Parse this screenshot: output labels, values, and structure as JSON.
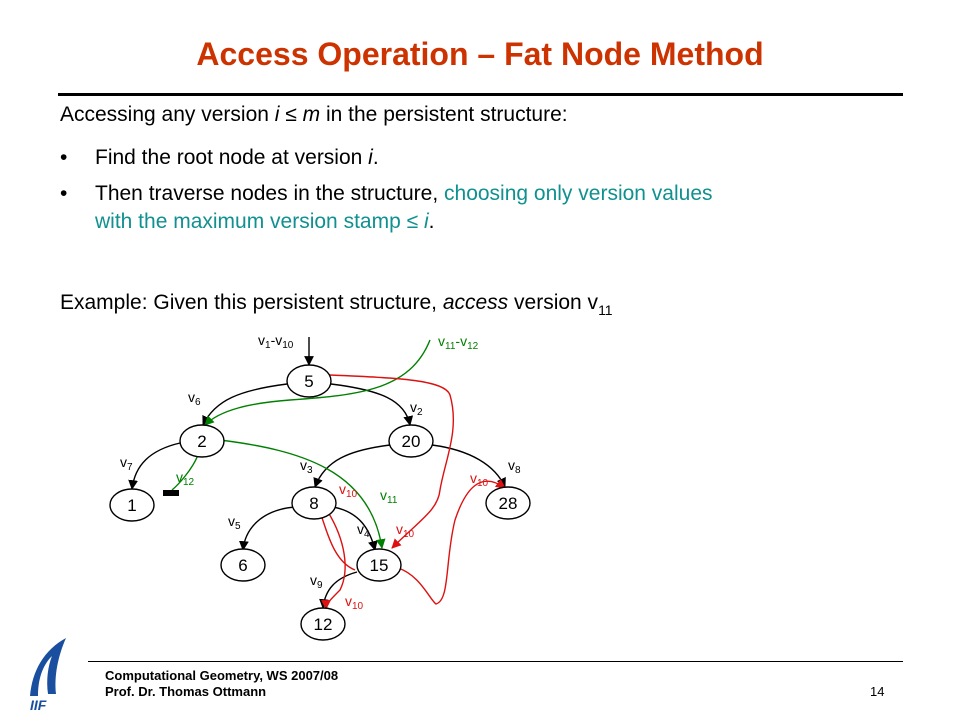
{
  "slide": {
    "title": "Access Operation – Fat Node Method",
    "intro": {
      "pre": "Accessing any version ",
      "var": "i",
      "op": " ≤ ",
      "var2": "m",
      "post": " in the persistent structure:"
    },
    "bullet_symbol": "•",
    "bullet1": {
      "pre": "Find the root node at version ",
      "var": "i",
      "post": "."
    },
    "bullet2": {
      "pre": "Then traverse nodes in the structure, ",
      "teal1": "choosing only version values",
      "teal2": "with the maximum version stamp ",
      "op": "≤ ",
      "var": "i",
      "post": "."
    },
    "example": {
      "pre": "Example: Given this persistent structure, ",
      "emph": "access",
      "post": " version v",
      "sub": "11"
    }
  },
  "diagram": {
    "colors": {
      "black": "#000000",
      "green": "#008000",
      "red": "#dd1111"
    },
    "nodes": [
      "5",
      "2",
      "20",
      "1",
      "8",
      "28",
      "6",
      "15",
      "12"
    ],
    "labels": {
      "root_black": {
        "a": "v",
        "as": "1",
        "dash": "-",
        "b": "v",
        "bs": "10"
      },
      "root_green": {
        "a": "v",
        "as": "11",
        "dash": "-",
        "b": "v",
        "bs": "12"
      },
      "v6": {
        "t": "v",
        "s": "6"
      },
      "v2": {
        "t": "v",
        "s": "2"
      },
      "v7": {
        "t": "v",
        "s": "7"
      },
      "v12": {
        "t": "v",
        "s": "12"
      },
      "v3": {
        "t": "v",
        "s": "3"
      },
      "v8": {
        "t": "v",
        "s": "8"
      },
      "v10_left8": {
        "t": "v",
        "s": "10"
      },
      "v11": {
        "t": "v",
        "s": "11"
      },
      "v10_28": {
        "t": "v",
        "s": "10"
      },
      "v5": {
        "t": "v",
        "s": "5"
      },
      "v4": {
        "t": "v",
        "s": "4"
      },
      "v10_15": {
        "t": "v",
        "s": "10"
      },
      "v9": {
        "t": "v",
        "s": "9"
      },
      "v10_12": {
        "t": "v",
        "s": "10"
      }
    }
  },
  "footer": {
    "line1": "Computational Geometry, WS 2007/08",
    "line2": "Prof. Dr. Thomas Ottmann",
    "page": "14",
    "logo_text": "IIF"
  }
}
